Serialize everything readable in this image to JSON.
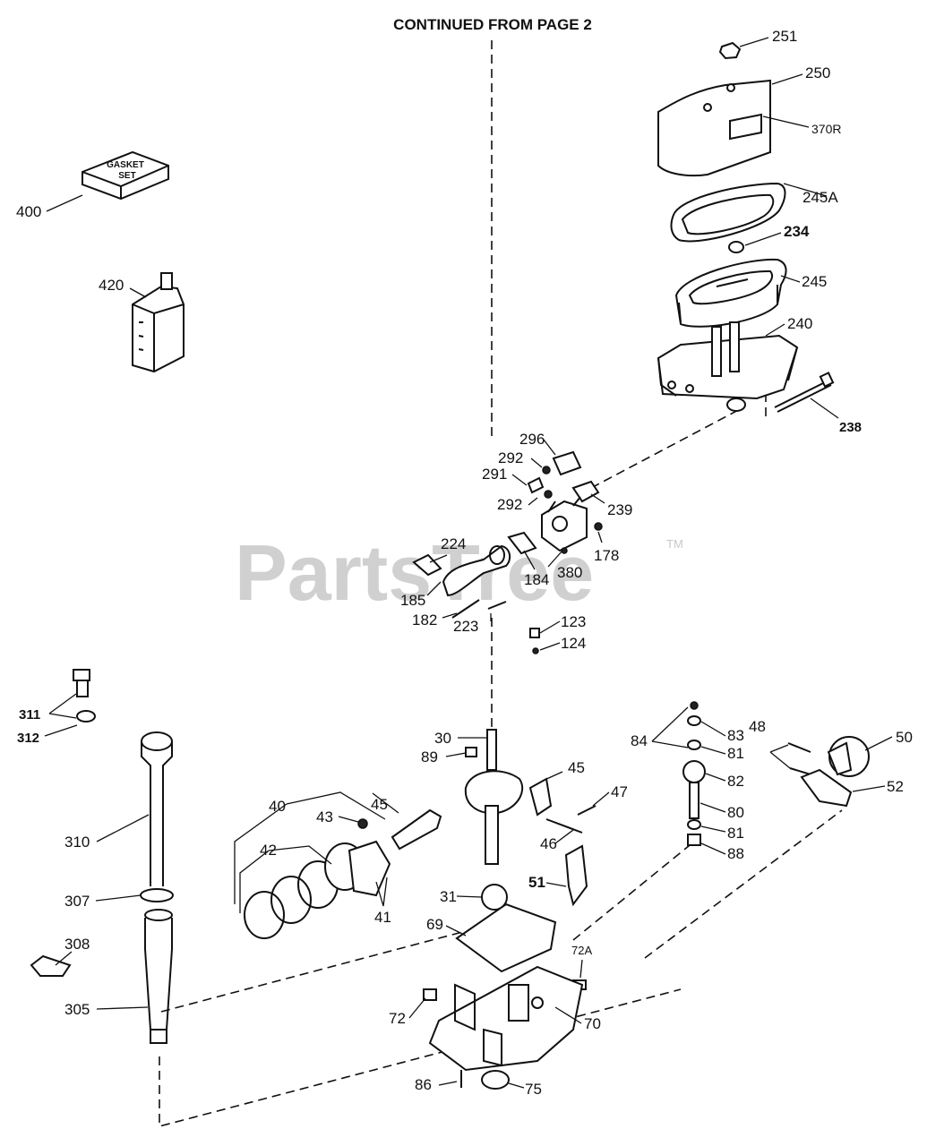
{
  "header": {
    "title": "CONTINUED FROM PAGE 2"
  },
  "watermark": {
    "text": "PartsTree",
    "trademark": "TM"
  },
  "gasket_box_text": [
    "GASKET",
    "SET"
  ],
  "labels": {
    "p251": "251",
    "p250": "250",
    "p370r": "370R",
    "p245a": "245A",
    "p234": "234",
    "p245": "245",
    "p240": "240",
    "p238": "238",
    "p400": "400",
    "p420": "420",
    "p296": "296",
    "p292a": "292",
    "p291": "291",
    "p292b": "292",
    "p239": "239",
    "p224": "224",
    "p178": "178",
    "p184": "184",
    "p380": "380",
    "p185": "185",
    "p182": "182",
    "p223": "223",
    "p123": "123",
    "p124": "124",
    "p311": "311",
    "p312": "312",
    "p30": "30",
    "p89": "89",
    "p45a": "45",
    "p47": "47",
    "p84": "84",
    "p83": "83",
    "p81a": "81",
    "p82": "82",
    "p48": "48",
    "p50": "50",
    "p52": "52",
    "p40": "40",
    "p43": "43",
    "p45b": "45",
    "p80": "80",
    "p81b": "81",
    "p88": "88",
    "p46": "46",
    "p42": "42",
    "p310": "310",
    "p307": "307",
    "p31": "31",
    "p51": "51",
    "p41": "41",
    "p69": "69",
    "p72a": "72A",
    "p308": "308",
    "p72": "72",
    "p70": "70",
    "p305": "305",
    "p86": "86",
    "p75": "75"
  },
  "colors": {
    "ink": "#111111",
    "watermark": "#d0d0d0"
  }
}
